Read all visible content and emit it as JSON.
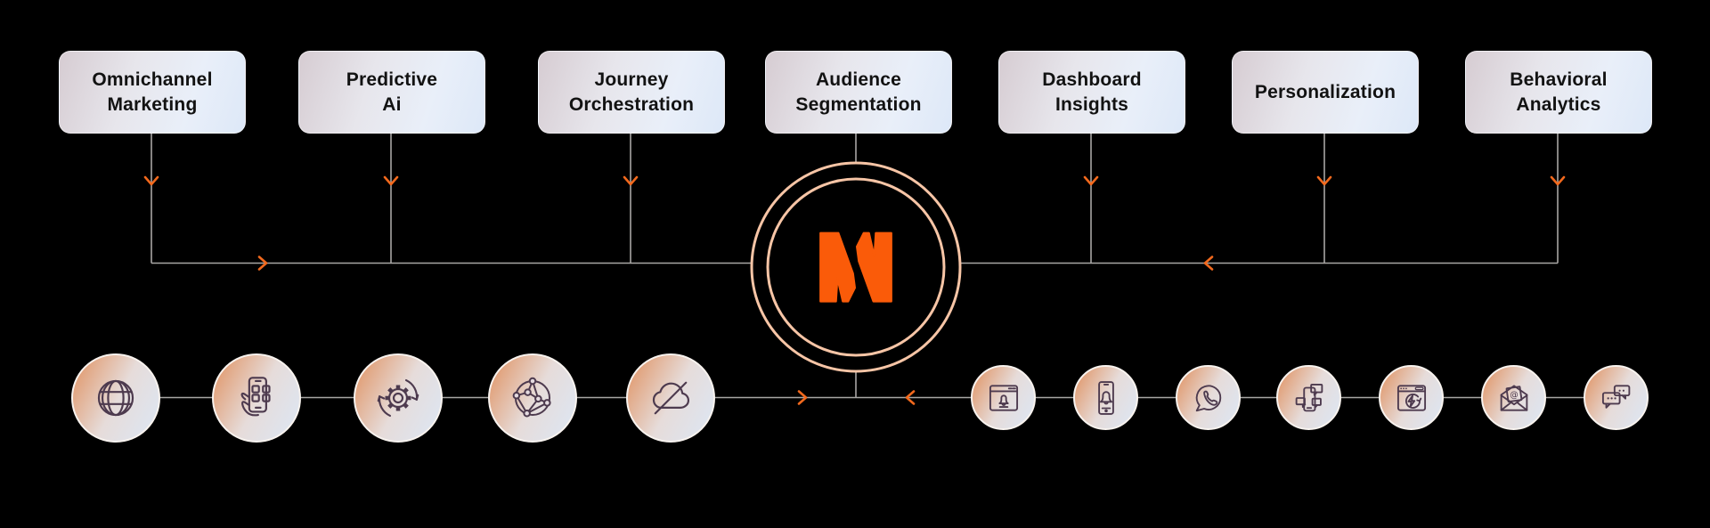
{
  "features": {
    "items": [
      {
        "label": "Omnichannel\nMarketing"
      },
      {
        "label": "Predictive\nAi"
      },
      {
        "label": "Journey\nOrchestration"
      },
      {
        "label": "Audience\nSegmentation"
      },
      {
        "label": "Dashboard\nInsights"
      },
      {
        "label": "Personalization"
      },
      {
        "label": "Behavioral\nAnalytics"
      }
    ]
  },
  "hub": {
    "logo": "netcore-n-monogram",
    "logo_color": "#fa5b09",
    "ring_color": "#f7c5a6"
  },
  "channels": {
    "left": [
      {
        "icon": "globe-icon"
      },
      {
        "icon": "mobile-app-icon"
      },
      {
        "icon": "automation-gear-icon"
      },
      {
        "icon": "network-icon"
      },
      {
        "icon": "offline-cloud-icon"
      }
    ],
    "right": [
      {
        "icon": "web-push-icon"
      },
      {
        "icon": "app-push-icon"
      },
      {
        "icon": "whatsapp-icon"
      },
      {
        "icon": "in-app-message-icon"
      },
      {
        "icon": "amp-browser-icon"
      },
      {
        "icon": "email-icon"
      },
      {
        "icon": "chat-sms-icon"
      }
    ]
  },
  "colors": {
    "background": "#000000",
    "connector_line": "#a8a6a4",
    "arrow": "#f2691d",
    "icon_stroke": "#4d3a4e",
    "box_gradient_start": "#d6ccd2",
    "box_gradient_end": "#dde8f8",
    "medallion_gradient_start": "#e0905f",
    "medallion_gradient_end": "#dce7f5"
  }
}
